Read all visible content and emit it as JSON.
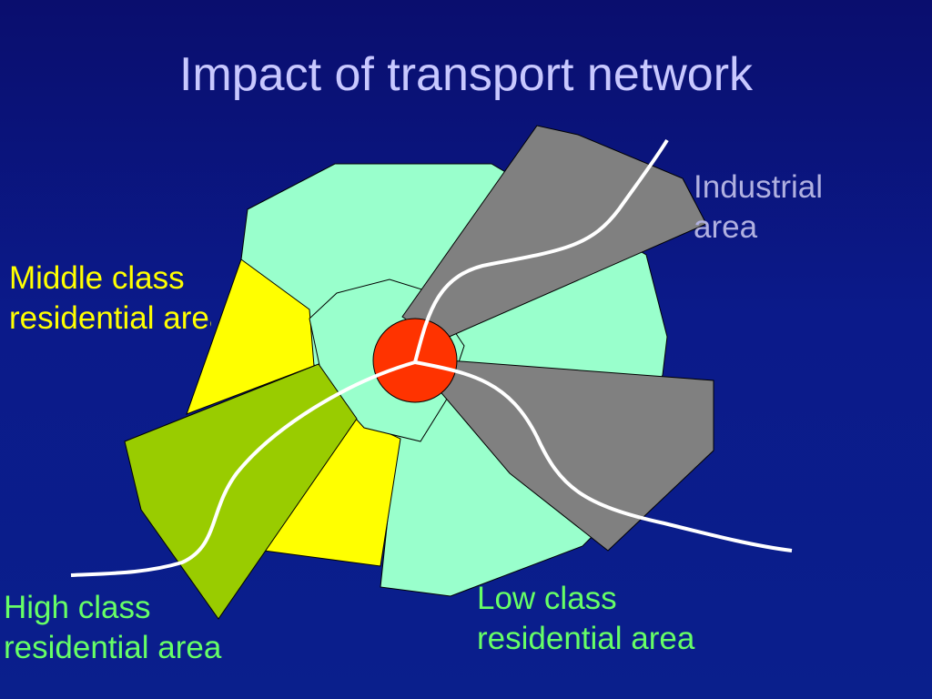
{
  "slide": {
    "title": "Impact of transport network"
  },
  "labels": {
    "middle_class": [
      "Middle class",
      "residential area"
    ],
    "industrial": [
      "Industrial",
      "area"
    ],
    "high_class": [
      "High class",
      "residential area"
    ],
    "low_class": [
      "Low class",
      "residential area"
    ]
  },
  "colors": {
    "background": "#0a1480",
    "title_text": "#c8c8ff",
    "zone_low_class": "#99ffcc",
    "zone_middle_class": "#ffff00",
    "zone_high_class": "#99cc00",
    "zone_industrial": "#808080",
    "cbd": "#ff3300",
    "transport_routes": "#ffffff"
  }
}
